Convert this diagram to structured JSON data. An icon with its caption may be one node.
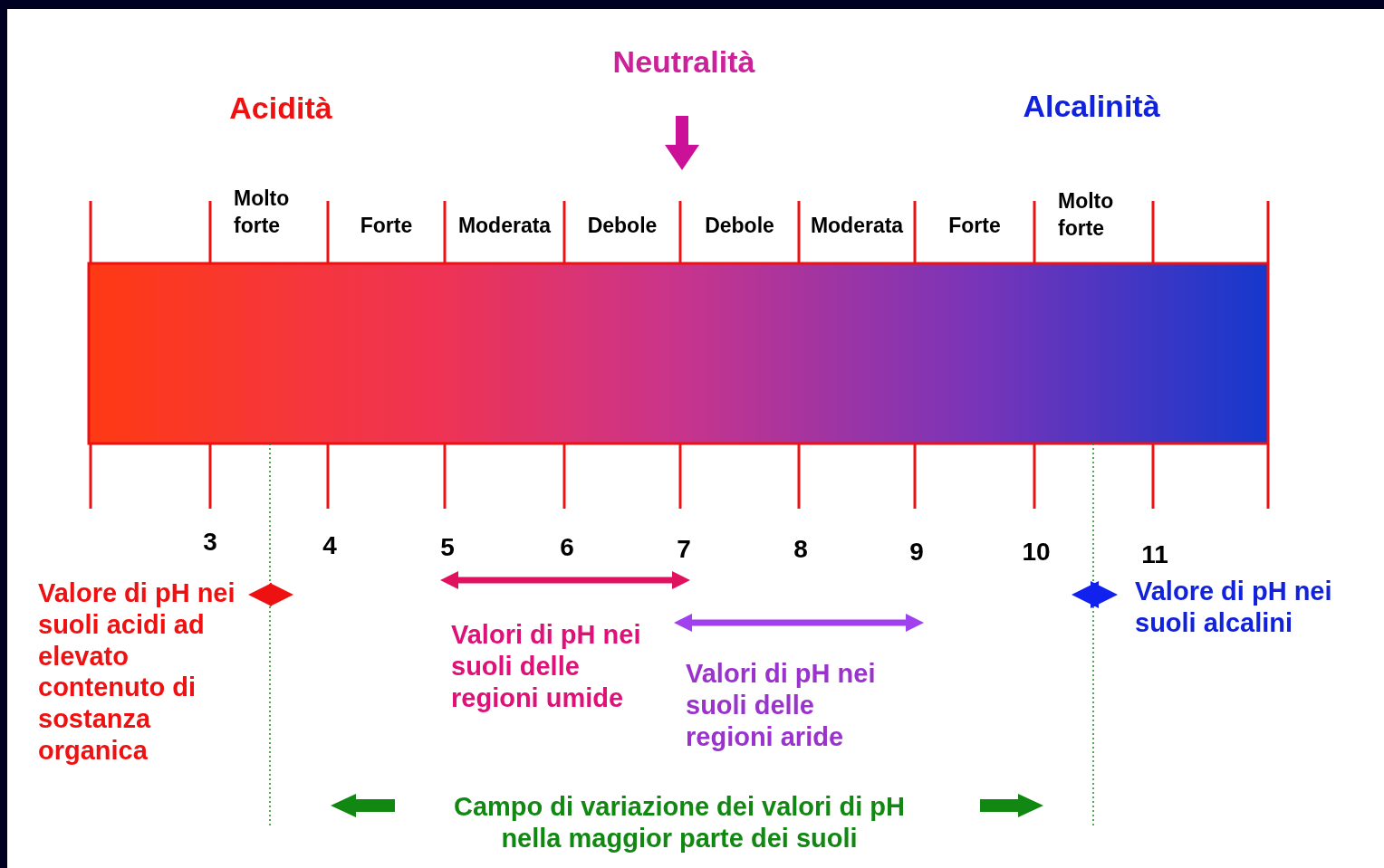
{
  "diagram": {
    "nodes": [
      {
        "text": [],
        "shape": "bar"
      }
    ],
    "labels": [
      "Neutralità",
      "Acidità",
      "Alcalinità",
      "Molto forte",
      "Forte",
      "Moderata",
      "Debole",
      "Debole",
      "Moderata",
      "Forte",
      "Molto forte",
      "3",
      "4",
      "5",
      "6",
      "7",
      "8",
      "9",
      "10",
      "11",
      "Valore di pH nei suoli acidi ad elevato contenuto di sostanza organica",
      "Valori di pH nei suoli delle regioni umide",
      "Valori di pH nei suoli delle regioni aride",
      "Valore di pH nei suoli alcalini",
      "Campo di variazione dei valori di pH nella maggior parte dei suoli"
    ]
  }
}
